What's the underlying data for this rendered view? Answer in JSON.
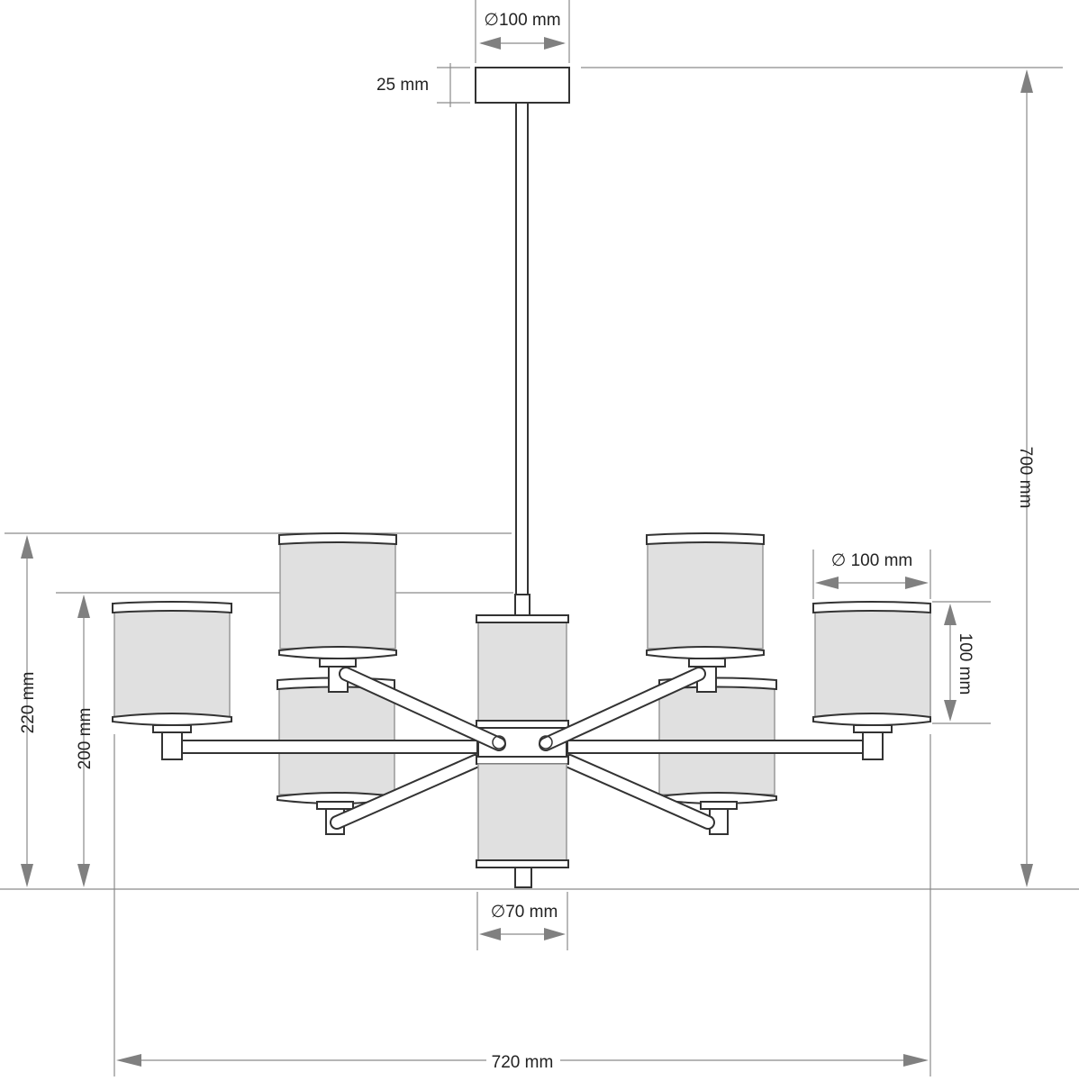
{
  "title": "Chandelier dimension drawing",
  "dimensions": {
    "canopy_diameter": "∅100 mm",
    "canopy_height": "25 mm",
    "total_height": "700 mm",
    "shade_diameter": "∅ 100 mm",
    "shade_height": "100 mm",
    "upper_body_height": "220 mm",
    "lower_body_height": "200 mm",
    "center_diameter": "∅70 mm",
    "total_width": "720 mm"
  },
  "colors": {
    "line": "#333333",
    "shade": "#e0e0e0",
    "dimension": "#8a8a8a"
  }
}
